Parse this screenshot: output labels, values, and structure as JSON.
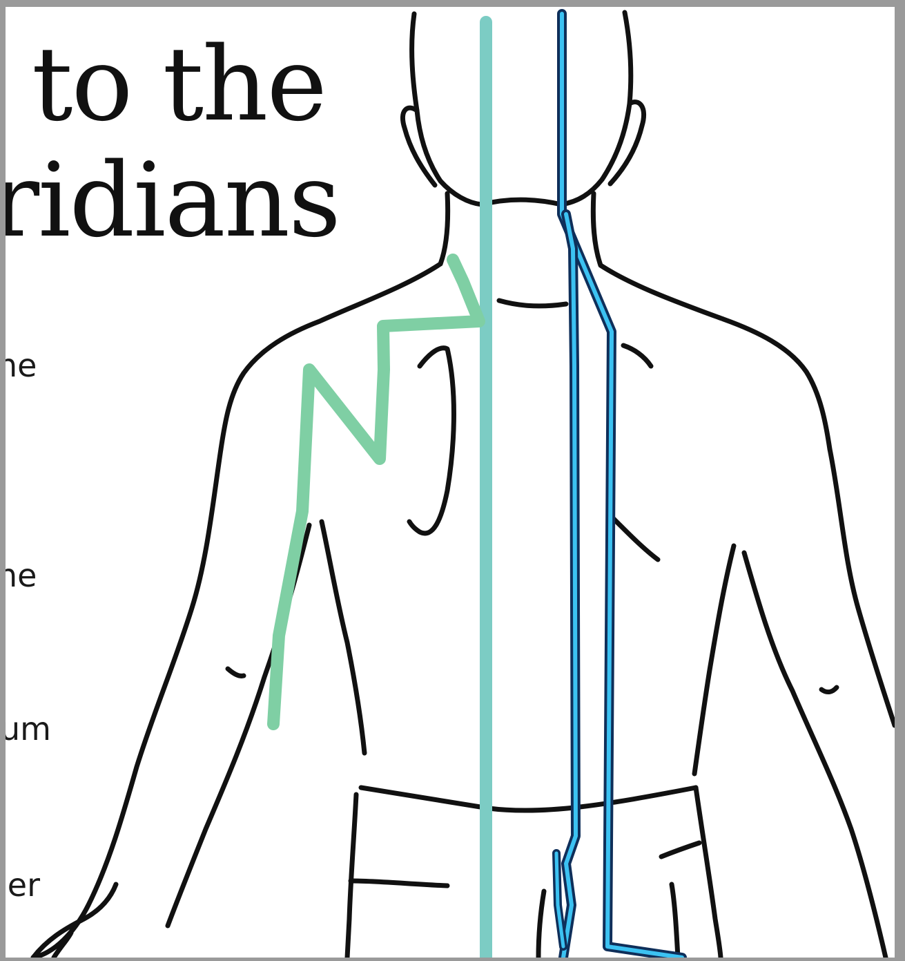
{
  "title": {
    "line1": "to the",
    "line2": "ridians"
  },
  "labels": [
    {
      "text": "ne"
    },
    {
      "text": "ne"
    },
    {
      "text": "um"
    },
    {
      "text": "ler"
    }
  ],
  "colors": {
    "frame": "#9a9a9a",
    "background": "#ffffff",
    "outline": "#111111",
    "teal_meridian": "#7cccc4",
    "green_meridian": "#7fcfa4",
    "blue_meridian_fill": "#3cc2f2",
    "blue_meridian_edge": "#0f2f5a"
  }
}
